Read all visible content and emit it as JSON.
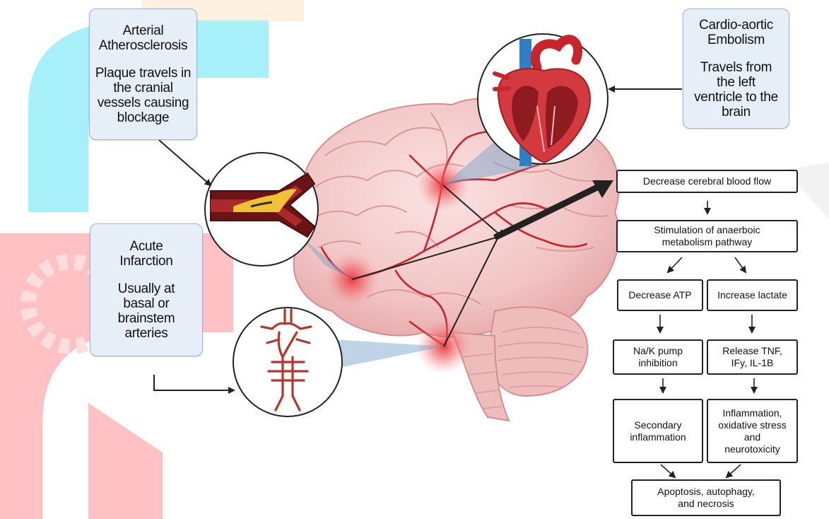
{
  "callouts": {
    "arterial": {
      "title": [
        "Arterial",
        "Atherosclerosis"
      ],
      "body": [
        "Plaque travels in",
        "the cranial",
        "vessels causing",
        "blockage"
      ]
    },
    "cardio": {
      "title": [
        "Cardio-aortic",
        "Embolism"
      ],
      "body": [
        "Travels from",
        "the left",
        "ventricle to the",
        "brain"
      ]
    },
    "acute": {
      "title": [
        "Acute",
        "Infarction"
      ],
      "body": [
        "Usually at",
        "basal or",
        "brainstem",
        "arteries"
      ]
    }
  },
  "flowchart": {
    "decrease_cbf": "Decrease cerebral blood flow",
    "stimulation": [
      "Stimulation of anaerboic",
      "metabolism pathway"
    ],
    "decrease_atp": "Decrease ATP",
    "increase_lactate": "Increase lactate",
    "na_k_pump": [
      "Na/K pump",
      "inhibition"
    ],
    "release_tnf": [
      "Release TNF,",
      "IFy, IL-1B"
    ],
    "secondary_inflammation": [
      "Secondary",
      "inflammation"
    ],
    "inflammation_stress": [
      "Inflammation,",
      "oxidative stress",
      "and",
      "neurotoxicity"
    ],
    "apoptosis": [
      "Apoptosis, autophagy,",
      "and necrosis"
    ]
  },
  "colors": {
    "callout_fill": "#e6eef8",
    "brain_pink": "#f2c9c9",
    "artery_red": "#c8242c",
    "watermark_cyan": "#00c8e6",
    "watermark_red": "#ff3b47"
  },
  "icons": [
    "brain-illustration",
    "heart-illustration",
    "artery-plaque-illustration",
    "circle-of-willis-illustration"
  ]
}
